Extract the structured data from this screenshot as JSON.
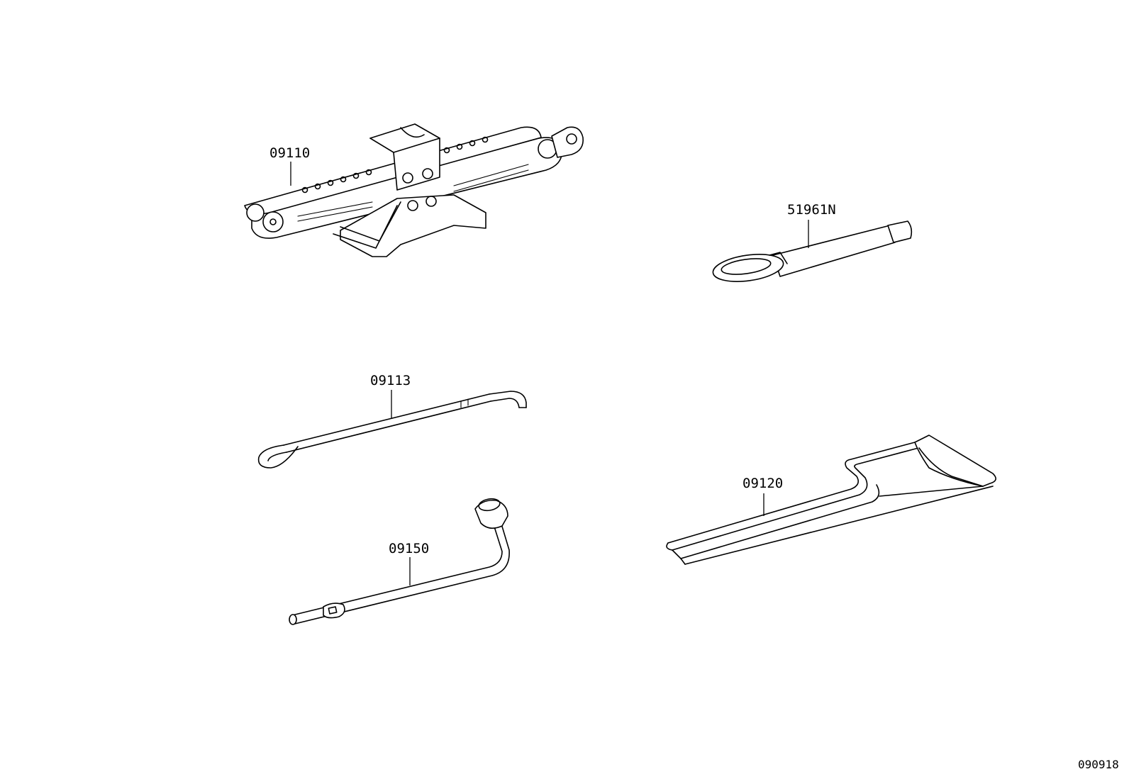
{
  "parts": [
    {
      "id": "jack",
      "number": "09110",
      "icon": "scissor-jack-icon"
    },
    {
      "id": "wrench",
      "number": "51961N",
      "icon": "wrench-icon"
    },
    {
      "id": "handle",
      "number": "09113",
      "icon": "jack-handle-icon"
    },
    {
      "id": "lug-wrench",
      "number": "09150",
      "icon": "lug-wrench-icon"
    },
    {
      "id": "tool-bag",
      "number": "09120",
      "icon": "tool-holder-icon"
    }
  ],
  "figure_id": "090918"
}
